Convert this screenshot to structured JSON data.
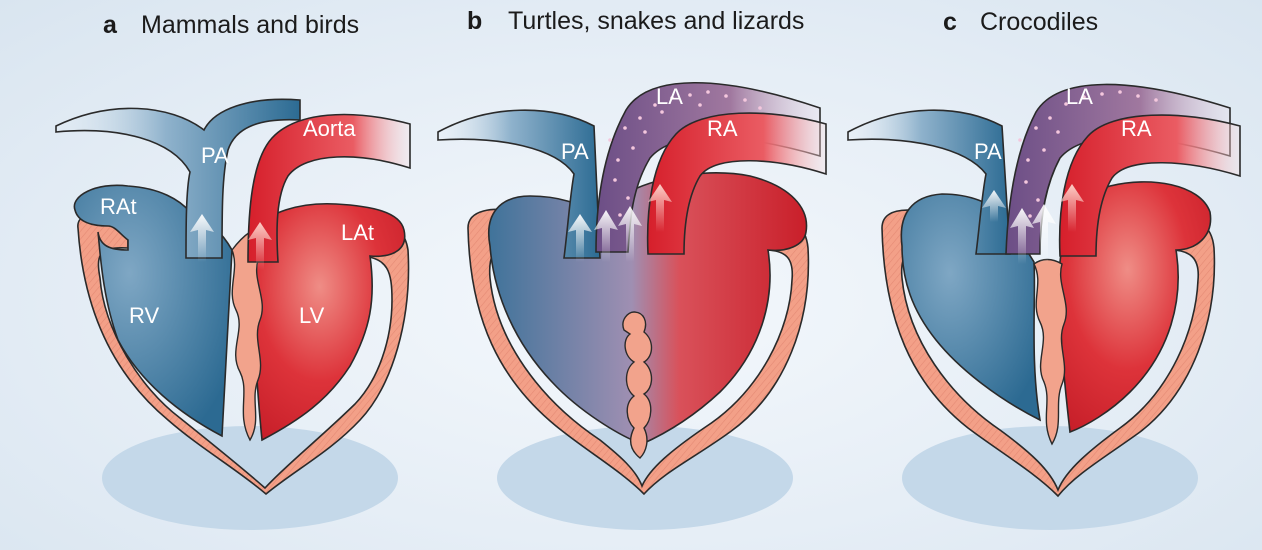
{
  "panels": [
    {
      "letter": "a",
      "title": "Mammals and birds",
      "labels": {
        "pa": "PA",
        "aorta": "Aorta",
        "rat": "RAt",
        "lat": "LAt",
        "rv": "RV",
        "lv": "LV"
      }
    },
    {
      "letter": "b",
      "title": "Turtles, snakes and lizards",
      "labels": {
        "la": "LA",
        "pa": "PA",
        "ra": "RA"
      }
    },
    {
      "letter": "c",
      "title": "Crocodiles",
      "labels": {
        "la": "LA",
        "pa": "PA",
        "ra": "RA"
      }
    }
  ],
  "colors": {
    "deoxygenated_blue": "#2d6a91",
    "oxygenated_red": "#d8222d",
    "mixed_purple": "#8a5c8f",
    "muscle_wall": "#f3a088",
    "shadow": "#c6d9e9"
  }
}
